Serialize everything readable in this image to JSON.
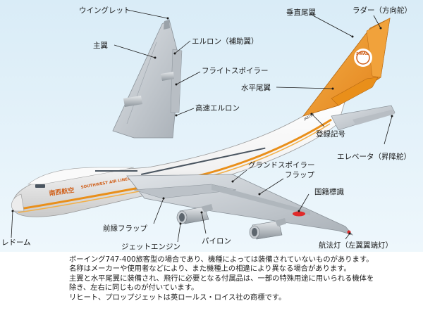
{
  "labels": {
    "winglet": "ウイングレット",
    "main_wing": "主翼",
    "aileron": "エルロン（補助翼）",
    "flight_spoiler": "フライトスポイラー",
    "hs_aileron": "高速エルロン",
    "vertical_tail": "垂直尾翼",
    "rudder": "ラダー（方向舵）",
    "horizontal_tail": "水平尾翼",
    "registration": "登録記号",
    "elevator": "エレベータ（昇降舵）",
    "ground_spoiler": "グランドスポイラー",
    "flap": "フラップ",
    "national_mark": "国籍標識",
    "leading_flap": "前縁フラップ",
    "pylon": "パイロン",
    "jet_engine": "ジェットエンジン",
    "radome": "レドーム",
    "nav_light": "航法灯（左翼翼端灯）"
  },
  "aircraft": {
    "jp_name": "南西航空",
    "en_name": "SOUTHWEST AIR LINES",
    "tail_logo": "SWAL",
    "reg_number": "JA8193"
  },
  "notes": [
    "ボーイング747-400旅客型の場合であり、機種によっては装備されていないものがあります。",
    "名称はメーカーや使用者などにより、また機種上の相違により異なる場合があります。",
    "主翼と水平尾翼に装備され、飛行に必要となる付属品は、一部の特殊用途に用いられる機体を",
    "除き、左右に同じものが付いています。",
    "リヒート、プロップジェットは英ロールス・ロイス社の商標です。"
  ],
  "colors": {
    "sky": "#e3f1f9",
    "fuselage": "#f7f7f7",
    "orange": "#e98f1a",
    "wing": "#c9ced3",
    "red": "#e02a2a"
  }
}
